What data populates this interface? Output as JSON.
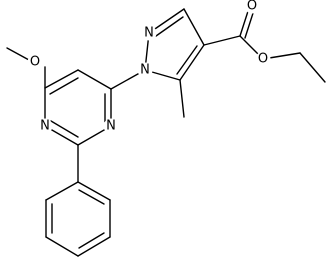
{
  "molecule": {
    "atoms": [
      {
        "id": "O_methoxy",
        "label": "O"
      },
      {
        "id": "N_pyrimidine_1",
        "label": "N"
      },
      {
        "id": "N_pyrimidine_3",
        "label": "N"
      },
      {
        "id": "N_pyrazole_1",
        "label": "N"
      },
      {
        "id": "N_pyrazole_2",
        "label": "N"
      },
      {
        "id": "O_carbonyl",
        "label": "O"
      },
      {
        "id": "O_ester",
        "label": "O"
      }
    ]
  },
  "colors": {
    "bond": "#000000",
    "label": "#000000",
    "background": "#ffffff"
  }
}
